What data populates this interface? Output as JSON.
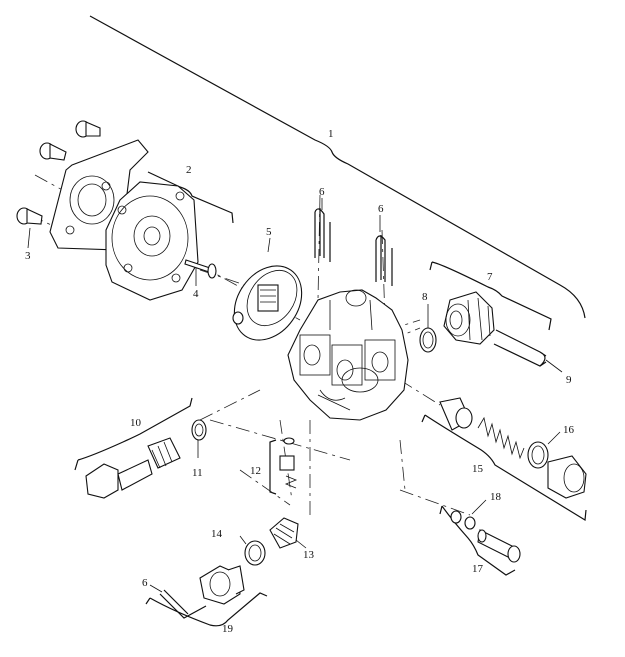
{
  "labels": {
    "l1": "1",
    "l2": "2",
    "l3": "3",
    "l4": "4",
    "l5": "5",
    "l6a": "6",
    "l6b": "6",
    "l6c": "6",
    "l7": "7",
    "l8": "8",
    "l9": "9",
    "l10": "10",
    "l11": "11",
    "l12": "12",
    "l13": "13",
    "l14": "14",
    "l15": "15",
    "l16": "16",
    "l17": "17",
    "l18": "18",
    "l19": "19"
  }
}
